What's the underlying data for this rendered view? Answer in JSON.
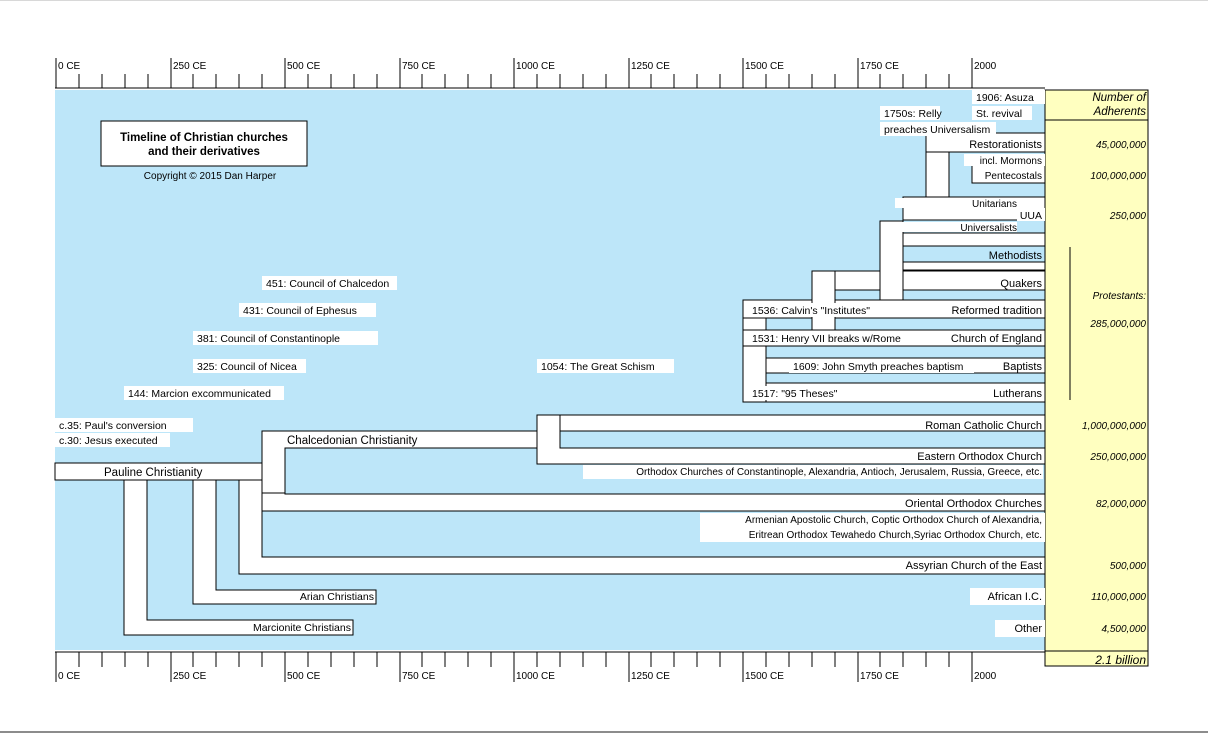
{
  "title_lines": [
    "Timeline of Christian churches",
    "and their derivatives"
  ],
  "copyright": "Copyright © 2015 Dan Harper",
  "colors": {
    "sky": "#bde6f9",
    "sidebar": "#ffffc0",
    "line": "#000000",
    "branch_fill": "#ffffff"
  },
  "axis": {
    "top_labels": [
      "0 CE",
      "250 CE",
      "500 CE",
      "750 CE",
      "1000 CE",
      "1250 CE",
      "1500 CE",
      "1750 CE",
      "2000"
    ],
    "bottom_labels": [
      "0 CE",
      "250 CE",
      "500 CE",
      "750 CE",
      "1000 CE",
      "1250 CE",
      "1500 CE",
      "1750 CE",
      "2000"
    ]
  },
  "events": [
    "451: Council of Chalcedon",
    "431: Council of Ephesus",
    "381: Council of Constantinople",
    "325: Council of Nicea",
    "144: Marcion excommunicated",
    "c.35: Paul's conversion",
    "c.30: Jesus executed",
    "1054: The Great Schism",
    "1536: Calvin's \"Institutes\"",
    "1531: Henry VII breaks w/Rome",
    "1609: John Smyth preaches baptism",
    "1517: \"95 Theses\"",
    "1906: Asuza",
    "St. revival",
    "1750s: Relly",
    "preaches Universalism"
  ],
  "branches": {
    "pauline": "Pauline Christianity",
    "chalcedonian": "Chalcedonian Christianity",
    "restorationists": "Restorationists",
    "mormons": "incl. Mormons",
    "pentecostals": "Pentecostals",
    "unitarians": "Unitarians",
    "uua": "UUA",
    "universalists": "Universalists",
    "methodists": "Methodists",
    "quakers": "Quakers",
    "reformed": "Reformed tradition",
    "coe": "Church of England",
    "baptists": "Baptists",
    "lutherans": "Lutherans",
    "rcc": "Roman Catholic Church",
    "eoc": "Eastern Orthodox Church",
    "eoc_sub": "Orthodox Churches of Constantinople, Alexandria, Antioch, Jerusalem, Russia, Greece, etc.",
    "ooc": "Oriental Orthodox Churches",
    "ooc_sub1": "Armenian Apostolic Church, Coptic Orthodox Church of Alexandria,",
    "ooc_sub2": "Eritrean Orthodox Tewahedo Church,Syriac Orthodox Church, etc.",
    "assyrian": "Assyrian Church of the East",
    "arian": "Arian Christians",
    "marcionite": "Marcionite Christians",
    "african": "African I.C.",
    "other": "Other"
  },
  "adherents": {
    "header_line1": "Number of",
    "header_line2": "Adherents",
    "restorationists": "45,000,000",
    "pentecostals": "100,000,000",
    "uua": "250,000",
    "protestants_label": "Protestants:",
    "protestants": "285,000,000",
    "rcc": "1,000,000,000",
    "eoc": "250,000,000",
    "ooc": "82,000,000",
    "assyrian": "500,000",
    "african": "110,000,000",
    "other": "4,500,000",
    "total": "2.1 billion"
  }
}
